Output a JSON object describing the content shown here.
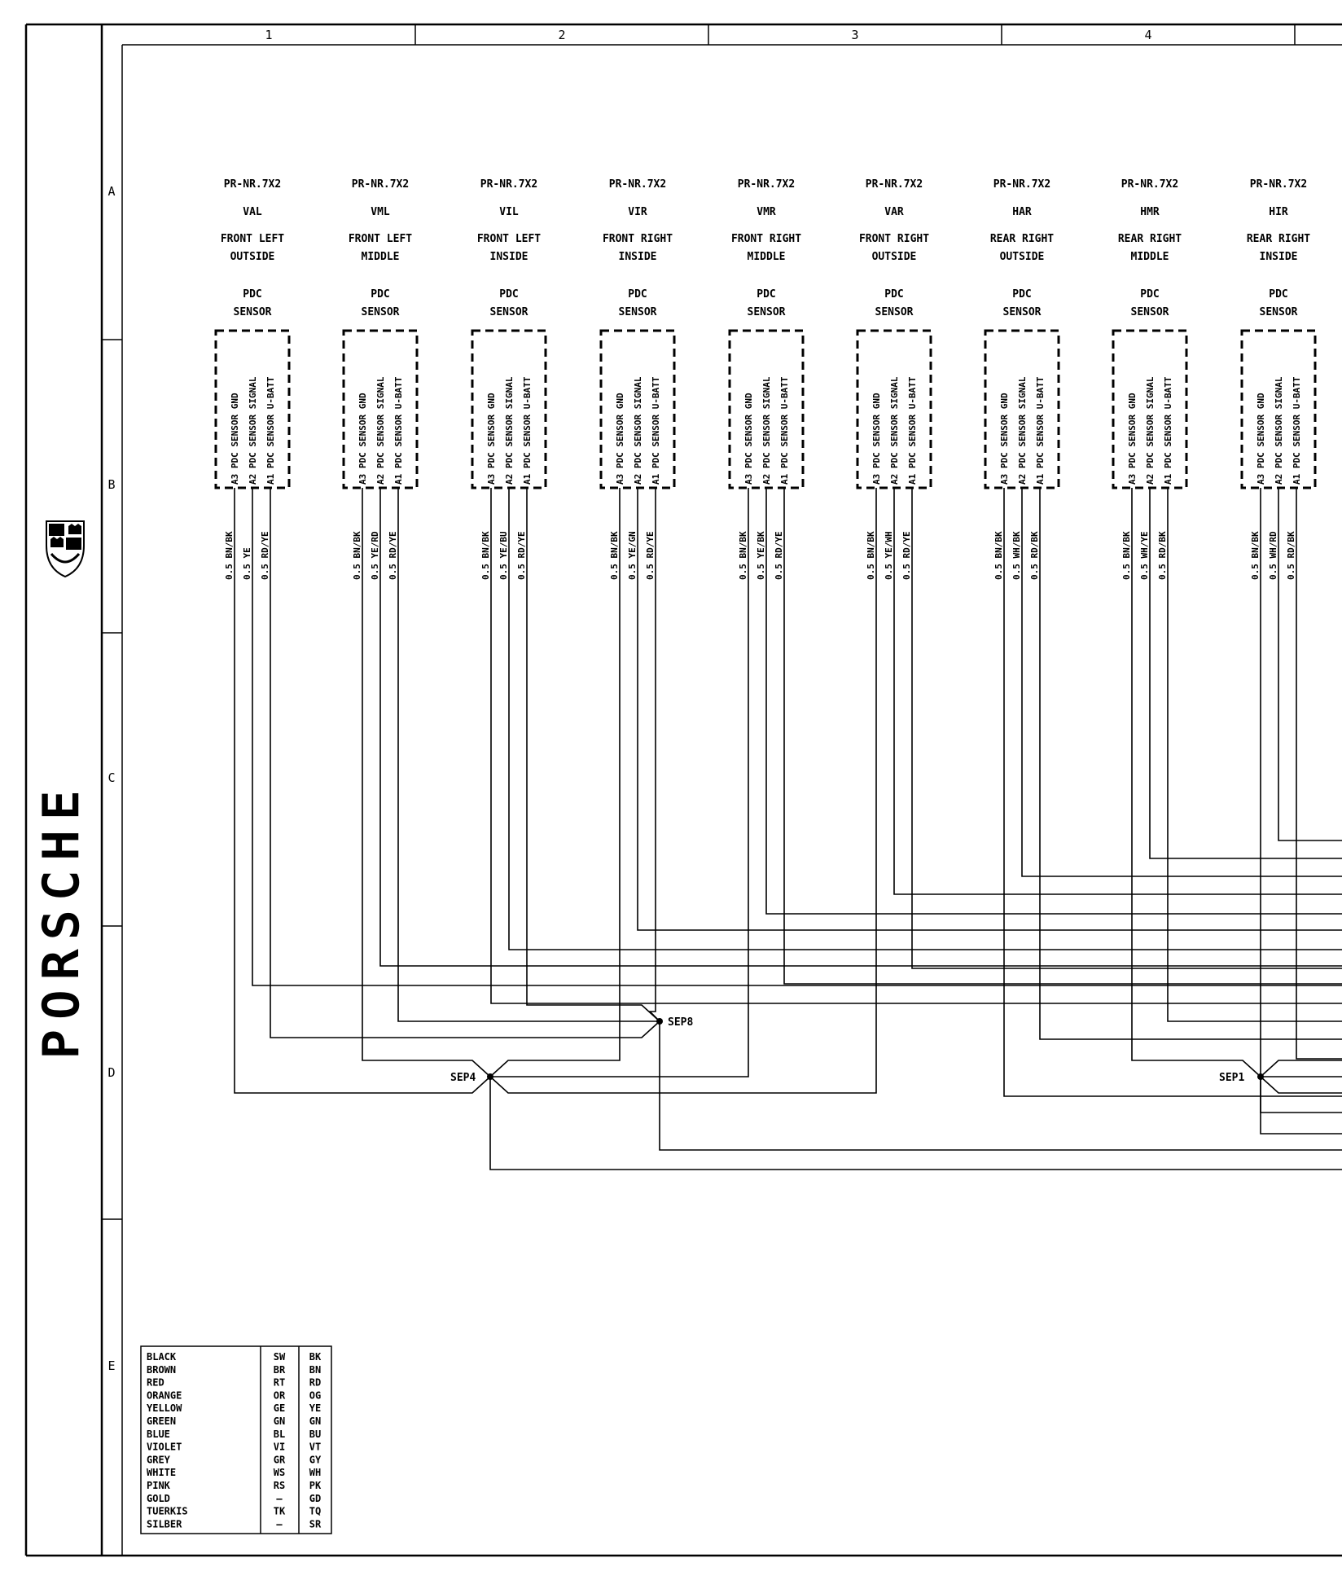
{
  "brand": "PORSCHE",
  "grid": {
    "columns": [
      "1",
      "2",
      "3",
      "4"
    ],
    "rows": [
      "A",
      "B",
      "C",
      "D",
      "E"
    ]
  },
  "sensors": [
    {
      "pr": "PR-NR.7X2",
      "code": "VAL",
      "pos1": "FRONT LEFT",
      "pos2": "OUTSIDE",
      "type1": "PDC",
      "type2": "SENSOR",
      "pins": [
        {
          "pin": "A3",
          "name": "PDC SENSOR GND",
          "wire": "0.5 BN/BK"
        },
        {
          "pin": "A2",
          "name": "PDC SENSOR SIGNAL",
          "wire": "0.5 YE"
        },
        {
          "pin": "A1",
          "name": "PDC SENSOR U-BATT",
          "wire": "0.5 RD/YE"
        }
      ]
    },
    {
      "pr": "PR-NR.7X2",
      "code": "VML",
      "pos1": "FRONT LEFT",
      "pos2": "MIDDLE",
      "type1": "PDC",
      "type2": "SENSOR",
      "pins": [
        {
          "pin": "A3",
          "name": "PDC SENSOR GND",
          "wire": "0.5 BN/BK"
        },
        {
          "pin": "A2",
          "name": "PDC SENSOR SIGNAL",
          "wire": "0.5 YE/RD"
        },
        {
          "pin": "A1",
          "name": "PDC SENSOR U-BATT",
          "wire": "0.5 RD/YE"
        }
      ]
    },
    {
      "pr": "PR-NR.7X2",
      "code": "VIL",
      "pos1": "FRONT LEFT",
      "pos2": "INSIDE",
      "type1": "PDC",
      "type2": "SENSOR",
      "pins": [
        {
          "pin": "A3",
          "name": "PDC SENSOR GND",
          "wire": "0.5 BN/BK"
        },
        {
          "pin": "A2",
          "name": "PDC SENSOR SIGNAL",
          "wire": "0.5 YE/BU"
        },
        {
          "pin": "A1",
          "name": "PDC SENSOR U-BATT",
          "wire": "0.5 RD/YE"
        }
      ]
    },
    {
      "pr": "PR-NR.7X2",
      "code": "VIR",
      "pos1": "FRONT RIGHT",
      "pos2": "INSIDE",
      "type1": "PDC",
      "type2": "SENSOR",
      "pins": [
        {
          "pin": "A3",
          "name": "PDC SENSOR GND",
          "wire": "0.5 BN/BK"
        },
        {
          "pin": "A2",
          "name": "PDC SENSOR SIGNAL",
          "wire": "0.5 YE/GN"
        },
        {
          "pin": "A1",
          "name": "PDC SENSOR U-BATT",
          "wire": "0.5 RD/YE"
        }
      ]
    },
    {
      "pr": "PR-NR.7X2",
      "code": "VMR",
      "pos1": "FRONT RIGHT",
      "pos2": "MIDDLE",
      "type1": "PDC",
      "type2": "SENSOR",
      "pins": [
        {
          "pin": "A3",
          "name": "PDC SENSOR GND",
          "wire": "0.5 BN/BK"
        },
        {
          "pin": "A2",
          "name": "PDC SENSOR SIGNAL",
          "wire": "0.5 YE/BK"
        },
        {
          "pin": "A1",
          "name": "PDC SENSOR U-BATT",
          "wire": "0.5 RD/YE"
        }
      ]
    },
    {
      "pr": "PR-NR.7X2",
      "code": "VAR",
      "pos1": "FRONT RIGHT",
      "pos2": "OUTSIDE",
      "type1": "PDC",
      "type2": "SENSOR",
      "pins": [
        {
          "pin": "A3",
          "name": "PDC SENSOR GND",
          "wire": "0.5 BN/BK"
        },
        {
          "pin": "A2",
          "name": "PDC SENSOR SIGNAL",
          "wire": "0.5 YE/WH"
        },
        {
          "pin": "A1",
          "name": "PDC SENSOR U-BATT",
          "wire": "0.5 RD/YE"
        }
      ]
    },
    {
      "pr": "PR-NR.7X2",
      "code": "HAR",
      "pos1": "REAR RIGHT",
      "pos2": "OUTSIDE",
      "type1": "PDC",
      "type2": "SENSOR",
      "pins": [
        {
          "pin": "A3",
          "name": "PDC SENSOR GND",
          "wire": "0.5 BN/BK"
        },
        {
          "pin": "A2",
          "name": "PDC SENSOR SIGNAL",
          "wire": "0.5 WH/BK"
        },
        {
          "pin": "A1",
          "name": "PDC SENSOR U-BATT",
          "wire": "0.5 RD/BK"
        }
      ]
    },
    {
      "pr": "PR-NR.7X2",
      "code": "HMR",
      "pos1": "REAR RIGHT",
      "pos2": "MIDDLE",
      "type1": "PDC",
      "type2": "SENSOR",
      "pins": [
        {
          "pin": "A3",
          "name": "PDC SENSOR GND",
          "wire": "0.5 BN/BK"
        },
        {
          "pin": "A2",
          "name": "PDC SENSOR SIGNAL",
          "wire": "0.5 WH/YE"
        },
        {
          "pin": "A1",
          "name": "PDC SENSOR U-BATT",
          "wire": "0.5 RD/BK"
        }
      ]
    },
    {
      "pr": "PR-NR.7X2",
      "code": "HIR",
      "pos1": "REAR RIGHT",
      "pos2": "INSIDE",
      "type1": "PDC",
      "type2": "SENSOR",
      "pins": [
        {
          "pin": "A3",
          "name": "PDC SENSOR GND",
          "wire": "0.5 BN/BK"
        },
        {
          "pin": "A2",
          "name": "PDC SENSOR SIGNAL",
          "wire": "0.5 WH/RD"
        },
        {
          "pin": "A1",
          "name": "PDC SENSOR U-BATT",
          "wire": "0.5 RD/BK"
        }
      ]
    }
  ],
  "splices": {
    "sep8": "SEP8",
    "sep4": "SEP4",
    "sep1": "SEP1"
  },
  "legend": [
    {
      "color": "BLACK",
      "de": "SW",
      "en": "BK"
    },
    {
      "color": "BROWN",
      "de": "BR",
      "en": "BN"
    },
    {
      "color": "RED",
      "de": "RT",
      "en": "RD"
    },
    {
      "color": "ORANGE",
      "de": "OR",
      "en": "OG"
    },
    {
      "color": "YELLOW",
      "de": "GE",
      "en": "YE"
    },
    {
      "color": "GREEN",
      "de": "GN",
      "en": "GN"
    },
    {
      "color": "BLUE",
      "de": "BL",
      "en": "BU"
    },
    {
      "color": "VIOLET",
      "de": "VI",
      "en": "VT"
    },
    {
      "color": "GREY",
      "de": "GR",
      "en": "GY"
    },
    {
      "color": "WHITE",
      "de": "WS",
      "en": "WH"
    },
    {
      "color": "PINK",
      "de": "RS",
      "en": "PK"
    },
    {
      "color": "GOLD",
      "de": "—",
      "en": "GD"
    },
    {
      "color": "TUERKIS",
      "de": "TK",
      "en": "TQ"
    },
    {
      "color": "SILBER",
      "de": "—",
      "en": "SR"
    }
  ]
}
